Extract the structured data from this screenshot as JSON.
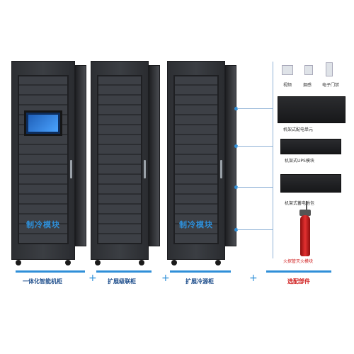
{
  "cabinets": [
    {
      "name": "一体化智能机柜",
      "module_label": "制冷模块"
    },
    {
      "name": "扩展级联柜",
      "module_label": ""
    },
    {
      "name": "扩展冷源柜",
      "module_label": "制冷模块"
    }
  ],
  "optional_parts_title": "选配部件",
  "plus_sign": "+",
  "accessories": [
    {
      "label": "视频"
    },
    {
      "label": "烟感"
    },
    {
      "label": "电子门禁"
    },
    {
      "label": "机架式配电单元"
    },
    {
      "label": "机架式UPS模块"
    },
    {
      "label": "机架式蓄电池包"
    },
    {
      "label": "火探管灭火模块"
    }
  ],
  "colors": {
    "accent": "#2f8fd8",
    "caption": "#1e4e8c",
    "optional": "#d02020"
  }
}
